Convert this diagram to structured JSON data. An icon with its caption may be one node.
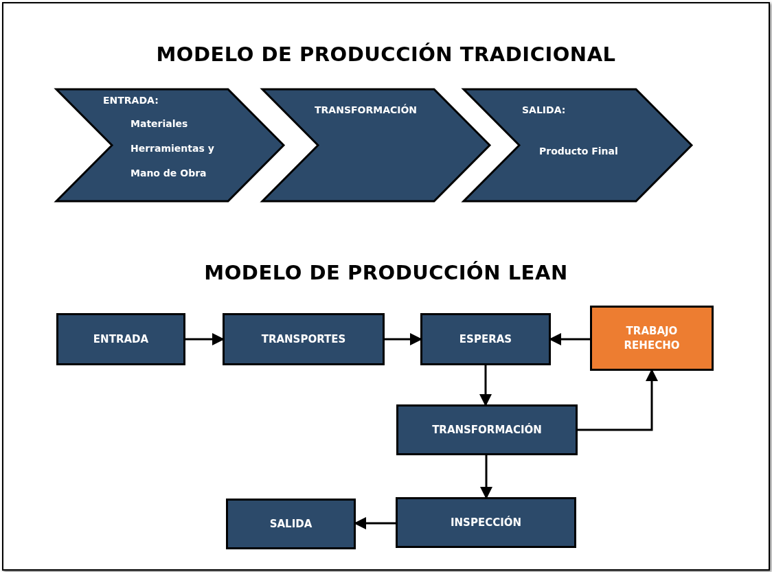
{
  "diagram": {
    "title": "MODELO DE PRODUCCIÓN TRADICIONAL",
    "nodes": [
      {
        "text": [
          "ENTRADA:",
          "Materiales",
          "Herramientas y",
          "Mano de Obra"
        ]
      },
      {
        "text": [
          "TRANSFORMACIÓN"
        ]
      },
      {
        "text": [
          "SALIDA:",
          "Producto Final"
        ]
      },
      {
        "text": [
          "ENTRADA"
        ]
      },
      {
        "text": [
          "TRANSPORTES"
        ]
      },
      {
        "text": [
          "ESPERAS"
        ]
      },
      {
        "text": [
          "TRABAJO REHECHO"
        ]
      },
      {
        "text": [
          "TRANSFORMACIÓN"
        ]
      },
      {
        "text": [
          "SALIDA"
        ]
      },
      {
        "text": [
          "INSPECCIÓN"
        ]
      }
    ],
    "edges": [
      {
        "from": 3,
        "to": 4,
        "arrow": "to"
      },
      {
        "from": 4,
        "to": 5,
        "arrow": "to"
      },
      {
        "from": 6,
        "to": 5,
        "arrow": "to"
      },
      {
        "from": 5,
        "to": 7,
        "arrow": "to"
      },
      {
        "from": 7,
        "to": 6,
        "arrow": "to"
      },
      {
        "from": 7,
        "to": 9,
        "arrow": "to"
      },
      {
        "from": 9,
        "to": 8,
        "arrow": "to"
      }
    ],
    "labels": [
      "MODELO DE PRODUCCIÓN LEAN"
    ]
  }
}
